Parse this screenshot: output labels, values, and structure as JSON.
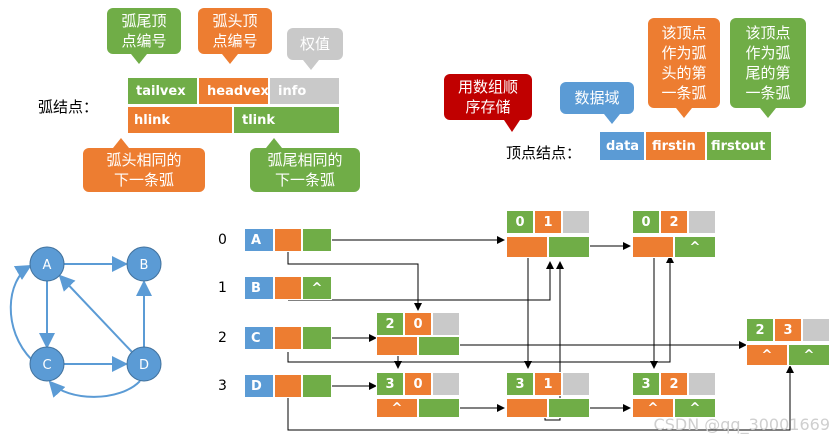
{
  "callouts": {
    "tail_no": "弧尾顶\n点编号",
    "head_no": "弧头顶\n点编号",
    "weight": "权值",
    "storage": "用数组顺\n序存储",
    "data_field": "数据域",
    "firstin_desc": "该顶点\n作为弧\n头的第\n一条弧",
    "firstout_desc": "该顶点\n作为弧\n尾的第\n一条弧",
    "hlink_desc": "弧头相同的\n下一条弧",
    "tlink_desc": "弧尾相同的\n下一条弧"
  },
  "arc_node": {
    "label": "弧结点：",
    "tailvex": "tailvex",
    "headvex": "headvex",
    "info": "info",
    "hlink": "hlink",
    "tlink": "tlink"
  },
  "vertex_node": {
    "label": "顶点结点：",
    "data": "data",
    "firstin": "firstin",
    "firstout": "firstout"
  },
  "graph": {
    "nodes": [
      "A",
      "B",
      "C",
      "D"
    ]
  },
  "list": {
    "indices": [
      "0",
      "1",
      "2",
      "3"
    ],
    "vertices": [
      "A",
      "B",
      "C",
      "D"
    ],
    "null_mark": "^",
    "arcs": [
      {
        "tail": "0",
        "head": "1"
      },
      {
        "tail": "0",
        "head": "2"
      },
      {
        "tail": "2",
        "head": "0"
      },
      {
        "tail": "2",
        "head": "3"
      },
      {
        "tail": "3",
        "head": "0"
      },
      {
        "tail": "3",
        "head": "1"
      },
      {
        "tail": "3",
        "head": "2"
      }
    ]
  },
  "watermark": "CSDN @qq_30001669",
  "colors": {
    "blue": "#5b9bd5",
    "orange": "#ed7d31",
    "green": "#70ad47",
    "gray": "#c9c9c9",
    "red": "#c00000",
    "edge": "#5b9bd5"
  }
}
